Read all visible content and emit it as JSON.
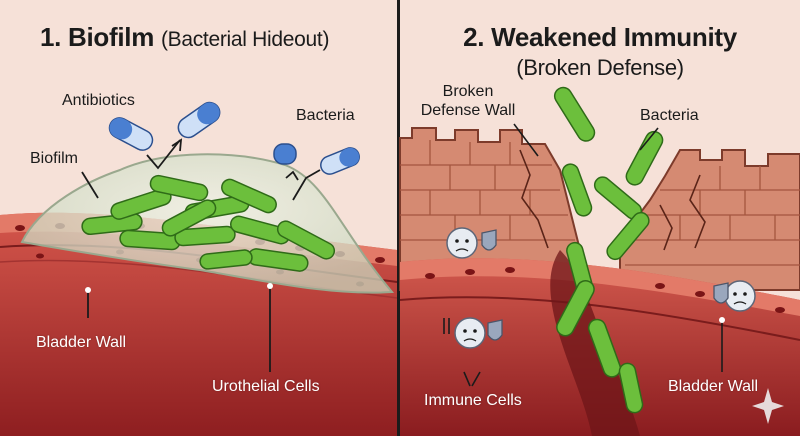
{
  "colors": {
    "background": "#f6e1d8",
    "tissue": "#c2443e",
    "bacteria": "#6cbf3c",
    "capsule": "#4a7fd1",
    "brick": "#d58a72"
  },
  "left_panel": {
    "title_main": "1. Biofilm",
    "title_sub": "(Bacterial Hideout)",
    "labels": {
      "antibiotics": "Antibiotics",
      "bacteria": "Bacteria",
      "biofilm": "Biofilm",
      "bladder_wall": "Bladder Wall",
      "urothelial_cells": "Urothelial Cells"
    }
  },
  "right_panel": {
    "title_line1": "2. Weakened Immunity",
    "title_line2": "(Broken Defense)",
    "labels": {
      "broken_wall_line1": "Broken",
      "broken_wall_line2": "Defense Wall",
      "bacteria": "Bacteria",
      "immune_cells": "Immune Cells",
      "bladder_wall": "Bladder Wall"
    }
  },
  "icons": [
    "capsule-icon",
    "bacterium-icon",
    "immune-cell-icon",
    "shield-icon",
    "sparkle-icon"
  ]
}
